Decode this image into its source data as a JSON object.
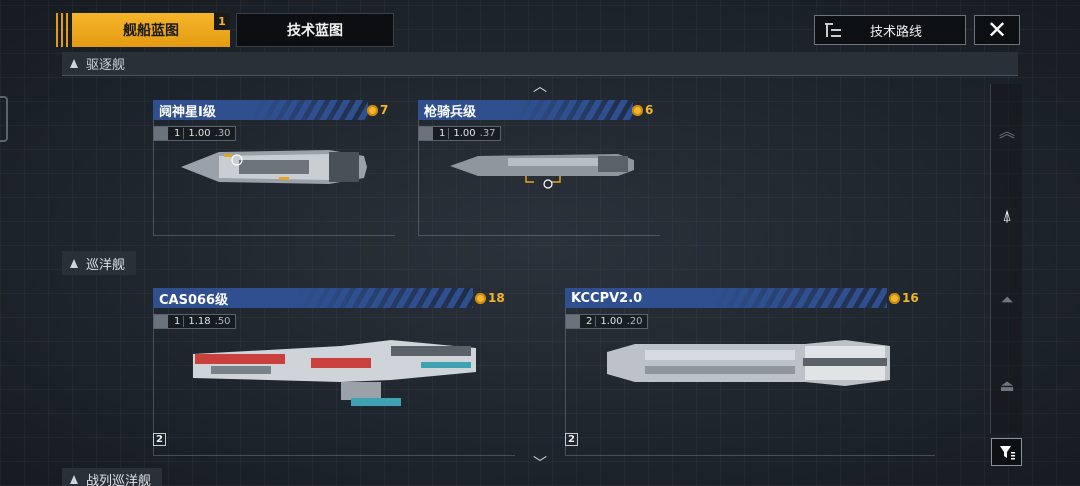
{
  "tabs": [
    {
      "label": "舰船蓝图",
      "badge": "1",
      "active": true
    },
    {
      "label": "技术蓝图",
      "active": false
    }
  ],
  "tech_route": {
    "label": "技术路线",
    "icon": "tech-tree-icon"
  },
  "close": {
    "icon": "close-icon",
    "glyph": "✕"
  },
  "sections": {
    "destroyer": "驱逐舰",
    "cruiser": "巡洋舰",
    "battlecruiser": "战列巡洋舰"
  },
  "ships": [
    {
      "name": "阋神星I级",
      "cost": "7",
      "level": "1",
      "stat_main": "1.00",
      "stat_sub": ".30",
      "rank": ""
    },
    {
      "name": "枪骑兵级",
      "cost": "6",
      "level": "1",
      "stat_main": "1.00",
      "stat_sub": ".37",
      "rank": ""
    },
    {
      "name": "CAS066级",
      "cost": "18",
      "level": "1",
      "stat_main": "1.18",
      "stat_sub": ".50",
      "rank": "2"
    },
    {
      "name": "KCCPV2.0",
      "cost": "16",
      "level": "2",
      "stat_main": "1.00",
      "stat_sub": ".20",
      "rank": "2"
    }
  ],
  "rail": [
    {
      "icon": "destroyer-class-icon",
      "active": false
    },
    {
      "icon": "frigate-class-icon",
      "active": true
    },
    {
      "icon": "cruiser-class-icon",
      "active": false
    },
    {
      "icon": "battleship-class-icon",
      "active": false
    }
  ],
  "filter": {
    "icon": "filter-icon"
  },
  "colors": {
    "accent": "#f5b52a",
    "name_banner": "#2f4f8e",
    "background": "#1d232b"
  }
}
